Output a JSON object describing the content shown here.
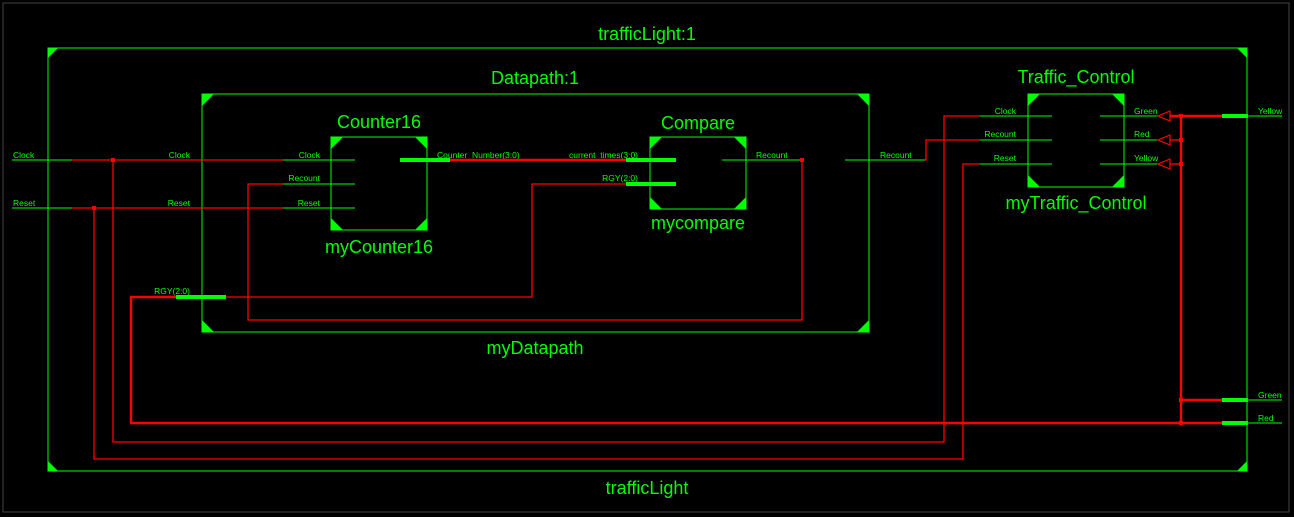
{
  "top": {
    "title": "trafficLight:1",
    "instance": "trafficLight"
  },
  "datapath": {
    "title": "Datapath:1",
    "instance": "myDatapath"
  },
  "counter": {
    "title": "Counter16",
    "instance": "myCounter16",
    "pins": [
      "Clock",
      "Recount",
      "Reset",
      "Counter_Number(3:0)"
    ]
  },
  "compare": {
    "title": "Compare",
    "instance": "mycompare",
    "pins": [
      "current_times(3:0)",
      "RGY(2:0)",
      "Recount"
    ]
  },
  "control": {
    "title": "Traffic_Control",
    "instance": "myTraffic_Control",
    "pins_in": [
      "Clock",
      "Recount",
      "Reset"
    ],
    "pins_out": [
      "Green",
      "Red",
      "Yellow"
    ]
  },
  "top_ports": {
    "clock": "Clock",
    "reset": "Reset",
    "yellow": "Yellow",
    "green": "Green",
    "red": "Red"
  },
  "datapath_ports": {
    "clock": "Clock",
    "reset": "Reset",
    "rgy": "RGY(2:0)",
    "recount": "Recount"
  },
  "colors": {
    "background": "#000000",
    "symbol": "#00ff00",
    "net": "#ff0000"
  }
}
